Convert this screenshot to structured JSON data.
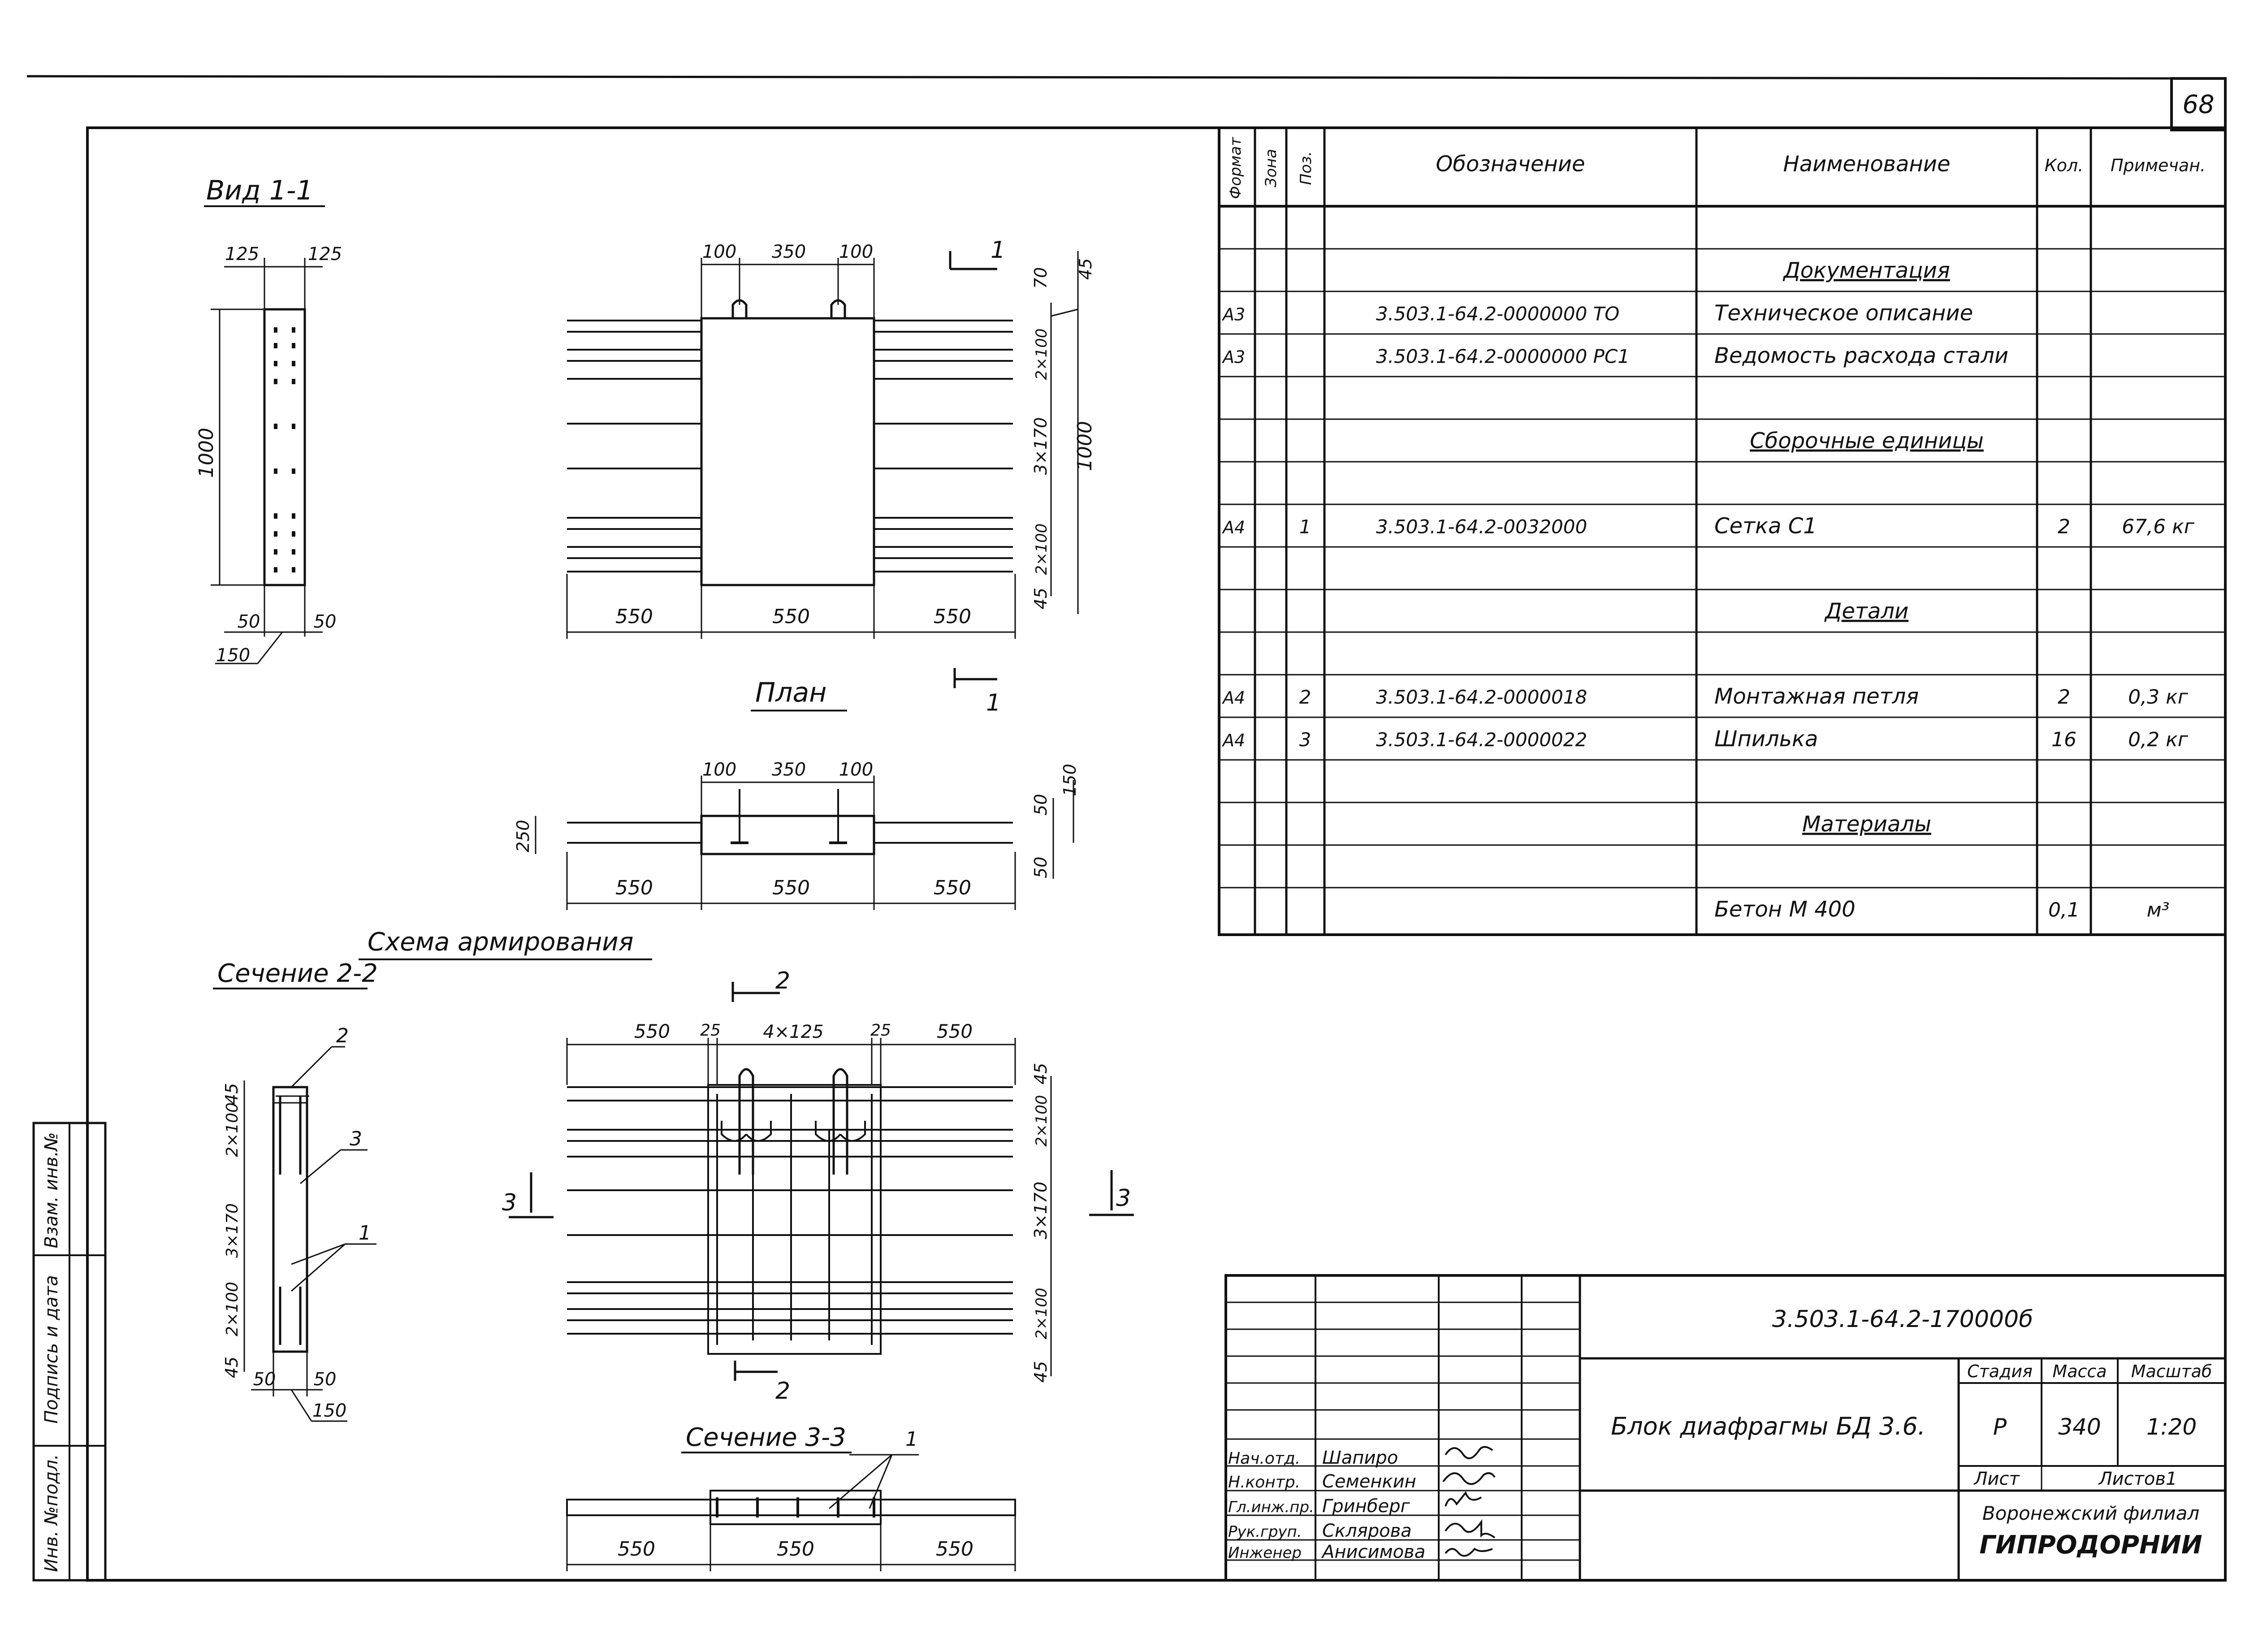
{
  "page_number": "68",
  "side_stamp": {
    "cells": [
      "Взам. инв.№",
      "Подпись и дата",
      "Инв. №подл."
    ]
  },
  "views": {
    "view11": {
      "title": "Вид 1-1",
      "dims": {
        "top_left": "125",
        "top_right": "125",
        "height": "1000",
        "bottom_left": "50",
        "bottom_right": "50",
        "width": "150"
      }
    },
    "front": {
      "dims_top": [
        "100",
        "350",
        "100"
      ],
      "dims_right": [
        "70",
        "45",
        "2×100",
        "3×170",
        "2×100",
        "45"
      ],
      "dim_total": "1000",
      "dims_bottom": [
        "550",
        "550",
        "550"
      ],
      "section_mark": "1"
    },
    "plan": {
      "title": "План",
      "section_mark": "1",
      "dims_top": [
        "100",
        "350",
        "100"
      ],
      "dims_right": [
        "50",
        "150",
        "50"
      ],
      "dim_left": "250",
      "dims_bottom": [
        "550",
        "550",
        "550"
      ]
    },
    "scheme_title": "Схема армирования",
    "section22": {
      "title": "Сечение 2-2",
      "dims_left": [
        "45",
        "2×100",
        "3×170",
        "2×100",
        "45"
      ],
      "dims_bottom": [
        "50",
        "50",
        "150"
      ],
      "callouts": [
        "2",
        "3",
        "1"
      ]
    },
    "reinforcement": {
      "dims_top": [
        "550",
        "25",
        "4×125",
        "25",
        "550"
      ],
      "dims_right": [
        "45",
        "2×100",
        "3×170",
        "2×100",
        "45"
      ],
      "section_marks": [
        "2",
        "2",
        "3",
        "3"
      ]
    },
    "section33": {
      "title": "Сечение 3-3",
      "callout": "1",
      "dims_bottom": [
        "550",
        "550",
        "550"
      ]
    }
  },
  "spec_table": {
    "headers": [
      "Формат",
      "Зона",
      "Поз.",
      "Обозначение",
      "Наименование",
      "Кол.",
      "Примечан."
    ],
    "rows": [
      {
        "format": "",
        "zone": "",
        "pos": "",
        "designation": "",
        "name": "",
        "qty": "",
        "note": "",
        "heading": false
      },
      {
        "format": "",
        "zone": "",
        "pos": "",
        "designation": "",
        "name": "Документация",
        "qty": "",
        "note": "",
        "heading": true
      },
      {
        "format": "А3",
        "zone": "",
        "pos": "",
        "designation": "3.503.1-64.2-0000000 ТО",
        "name": "Техническое описание",
        "qty": "",
        "note": "",
        "heading": false
      },
      {
        "format": "А3",
        "zone": "",
        "pos": "",
        "designation": "3.503.1-64.2-0000000 РС1",
        "name": "Ведомость расхода стали",
        "qty": "",
        "note": "",
        "heading": false
      },
      {
        "format": "",
        "zone": "",
        "pos": "",
        "designation": "",
        "name": "",
        "qty": "",
        "note": "",
        "heading": false
      },
      {
        "format": "",
        "zone": "",
        "pos": "",
        "designation": "",
        "name": "Сборочные единицы",
        "qty": "",
        "note": "",
        "heading": true
      },
      {
        "format": "",
        "zone": "",
        "pos": "",
        "designation": "",
        "name": "",
        "qty": "",
        "note": "",
        "heading": false
      },
      {
        "format": "А4",
        "zone": "",
        "pos": "1",
        "designation": "3.503.1-64.2-0032000",
        "name": "Сетка С1",
        "qty": "2",
        "note": "67,6 кг",
        "heading": false
      },
      {
        "format": "",
        "zone": "",
        "pos": "",
        "designation": "",
        "name": "",
        "qty": "",
        "note": "",
        "heading": false
      },
      {
        "format": "",
        "zone": "",
        "pos": "",
        "designation": "",
        "name": "Детали",
        "qty": "",
        "note": "",
        "heading": true
      },
      {
        "format": "",
        "zone": "",
        "pos": "",
        "designation": "",
        "name": "",
        "qty": "",
        "note": "",
        "heading": false
      },
      {
        "format": "А4",
        "zone": "",
        "pos": "2",
        "designation": "3.503.1-64.2-0000018",
        "name": "Монтажная петля",
        "qty": "2",
        "note": "0,3 кг",
        "heading": false
      },
      {
        "format": "А4",
        "zone": "",
        "pos": "3",
        "designation": "3.503.1-64.2-0000022",
        "name": "Шпилька",
        "qty": "16",
        "note": "0,2 кг",
        "heading": false
      },
      {
        "format": "",
        "zone": "",
        "pos": "",
        "designation": "",
        "name": "",
        "qty": "",
        "note": "",
        "heading": false
      },
      {
        "format": "",
        "zone": "",
        "pos": "",
        "designation": "",
        "name": "Материалы",
        "qty": "",
        "note": "",
        "heading": true
      },
      {
        "format": "",
        "zone": "",
        "pos": "",
        "designation": "",
        "name": "",
        "qty": "",
        "note": "",
        "heading": false
      },
      {
        "format": "",
        "zone": "",
        "pos": "",
        "designation": "",
        "name": "Бетон   М 400",
        "qty": "0,1",
        "note": "м³",
        "heading": false
      }
    ]
  },
  "title_block": {
    "doc_code": "3.503.1-64.2-170000б",
    "product_name": "Блок диафрагмы БД 3.6.",
    "headers": {
      "stage": "Стадия",
      "mass": "Масса",
      "scale": "Масштаб"
    },
    "stage": "Р",
    "mass": "340",
    "scale": "1:20",
    "sheet_label": "Лист",
    "sheets_label": "Листов1",
    "org_line1": "Воронежский филиал",
    "org_line2": "ГИПРОДОРНИИ",
    "signatories": [
      {
        "role": "Нач.отд.",
        "name": "Шапиро"
      },
      {
        "role": "Н.контр.",
        "name": "Семенкин"
      },
      {
        "role": "Гл.инж.пр.",
        "name": "Гринберг"
      },
      {
        "role": "Рук.груп.",
        "name": "Склярова"
      },
      {
        "role": "Инженер",
        "name": "Анисимова"
      }
    ]
  }
}
